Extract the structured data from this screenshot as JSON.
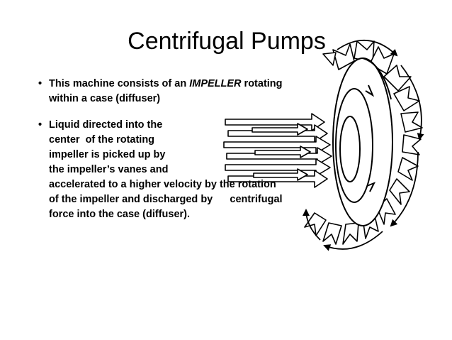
{
  "slide": {
    "title": "Centrifugal Pumps",
    "bullets": [
      {
        "marker": "•",
        "line1_pre": "This machine consists of an ",
        "line1_em": "IMPELLER",
        "line1_post": " rotating",
        "line2": "within a case (diffuser)"
      },
      {
        "marker": "•",
        "lines": [
          "Liquid directed into the",
          "center  of the rotating",
          "impeller is picked up by",
          "the impeller’s vanes and",
          "accelerated to a higher velocity by the rotation",
          "of the impeller and discharged by      centrifugal",
          "force into the case (diffuser)."
        ]
      }
    ]
  },
  "colors": {
    "ink": "#000000",
    "background": "#ffffff"
  },
  "figure": {
    "icon": "impeller-flow-illustration"
  }
}
